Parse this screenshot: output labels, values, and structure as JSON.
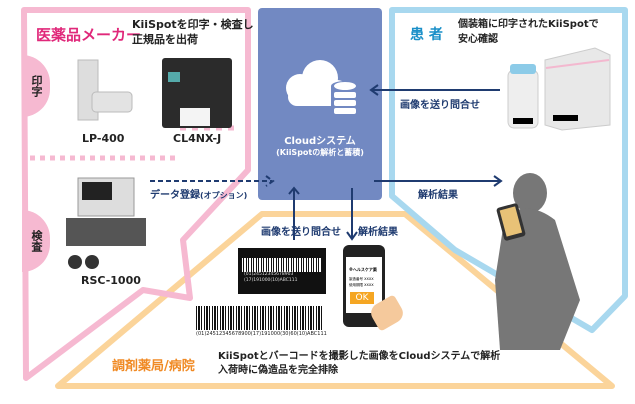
{
  "manufacturer": {
    "title": "医薬品メーカー",
    "desc_line1": "KiiSpotを印字・検査し",
    "desc_line2": "正規品を出荷",
    "tab_print": "印字",
    "tab_inspect": "検査",
    "printer1": "LP-400",
    "printer2": "CL4NX-J",
    "inspector": "RSC-1000",
    "data_reg": "データ登録",
    "data_reg_option": "(オプション)"
  },
  "cloud": {
    "title": "Cloudシステム",
    "subtitle": "(KiiSpotの解析と蓄積)"
  },
  "patient": {
    "title": "患 者",
    "desc_line1": "個装箱に印字されたKiiSpotで",
    "desc_line2": "安心確認",
    "send_image": "画像を送り問合せ",
    "result": "解析結果"
  },
  "pharmacy": {
    "title": "調剤薬局/病院",
    "desc_line1": "KiiSpotとバーコードを撮影した画像をCloudシステムで解析",
    "desc_line2": "入荷時に偽造品を完全排除",
    "send_image": "画像を送り問合せ",
    "result": "解析結果",
    "label_line1": "(01)24512345678903",
    "label_line2": "(17)191000(10)ABC111",
    "barcode_text": "(01)24512345678900(17)191000(30)60(10)ABC111"
  },
  "phone": {
    "app_title": "※ヘルスケア薬",
    "line1": "製造番号 XXXX",
    "line2": "使用期限 XXXX",
    "ok": "OK"
  },
  "colors": {
    "pink": "#f6b9d1",
    "blue": "#a8d8ef",
    "orange": "#fbd49a",
    "cloud_bg": "#7289c2",
    "arrow": "#1f3b70",
    "pink_text": "#e0287a",
    "blue_text": "#1a8fc8",
    "orange_text": "#f08a24"
  }
}
